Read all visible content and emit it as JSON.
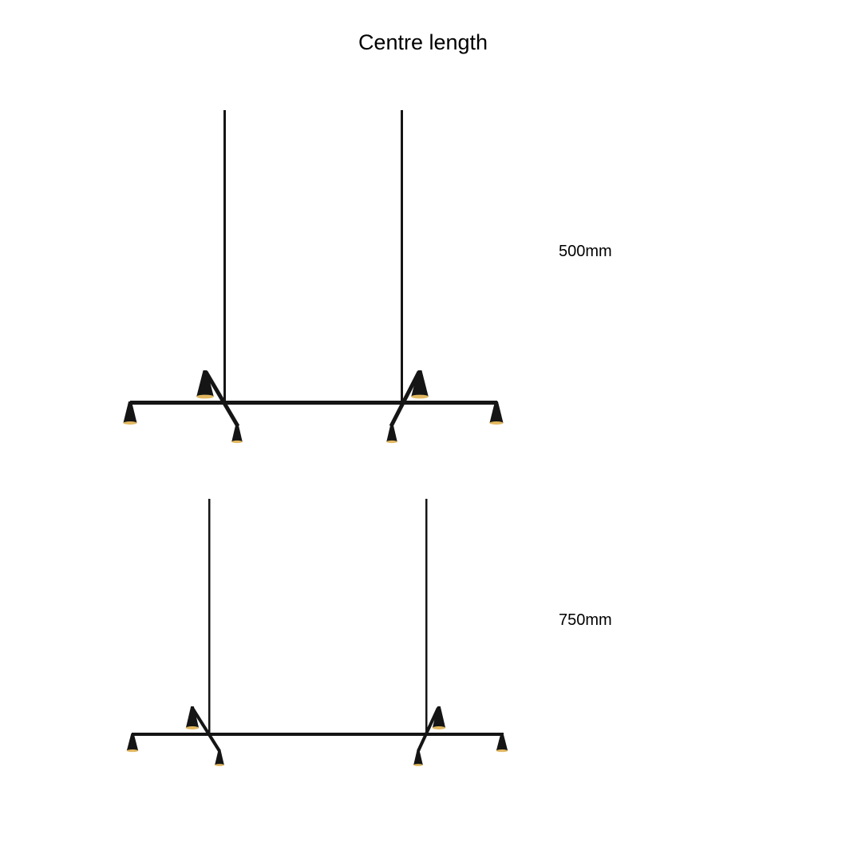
{
  "title": "Centre length",
  "variants": [
    {
      "label": "500mm"
    },
    {
      "label": "750mm"
    }
  ],
  "colors": {
    "fixture": "#151515",
    "glow": "#e2b860"
  }
}
